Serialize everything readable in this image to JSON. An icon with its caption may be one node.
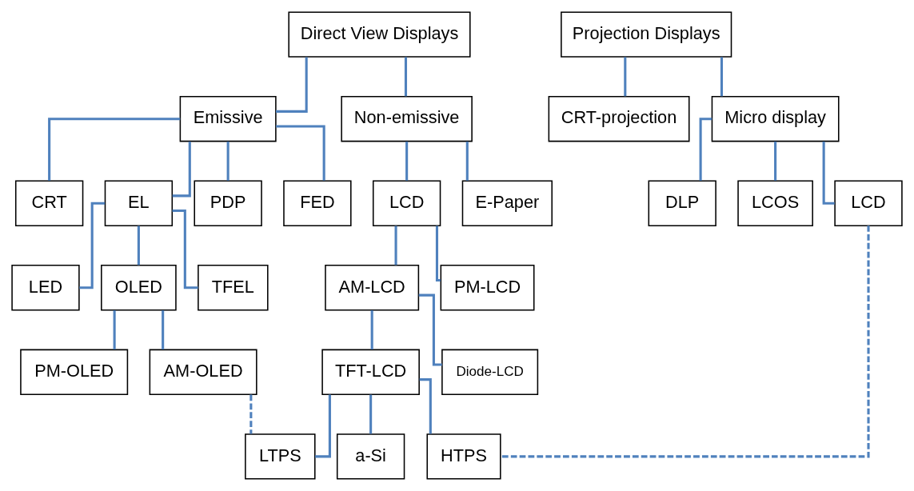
{
  "diagram": {
    "nodes": [
      {
        "text": [
          "Direct View Displays"
        ]
      },
      {
        "text": [
          "Projection Displays"
        ]
      },
      {
        "text": [
          "Emissive"
        ]
      },
      {
        "text": [
          "Non-emissive"
        ]
      },
      {
        "text": [
          "CRT-projection"
        ]
      },
      {
        "text": [
          "Micro display"
        ]
      },
      {
        "text": [
          "CRT"
        ]
      },
      {
        "text": [
          "EL"
        ]
      },
      {
        "text": [
          "PDP"
        ]
      },
      {
        "text": [
          "FED"
        ]
      },
      {
        "text": [
          "LCD"
        ]
      },
      {
        "text": [
          "E-Paper"
        ]
      },
      {
        "text": [
          "DLP"
        ]
      },
      {
        "text": [
          "LCOS"
        ]
      },
      {
        "text": [
          "LCD"
        ]
      },
      {
        "text": [
          "LED"
        ]
      },
      {
        "text": [
          "OLED"
        ]
      },
      {
        "text": [
          "TFEL"
        ]
      },
      {
        "text": [
          "AM-LCD"
        ]
      },
      {
        "text": [
          "PM-LCD"
        ]
      },
      {
        "text": [
          "PM-OLED"
        ]
      },
      {
        "text": [
          "AM-OLED"
        ]
      },
      {
        "text": [
          "TFT-LCD"
        ]
      },
      {
        "text": [
          "Diode-LCD"
        ]
      },
      {
        "text": [
          "a-Si"
        ]
      },
      {
        "text": [
          "LTPS"
        ]
      },
      {
        "text": [
          "HTPS"
        ]
      }
    ],
    "edges": [
      {
        "from": 0,
        "to": 2,
        "arrow": "none"
      },
      {
        "from": 0,
        "to": 3,
        "arrow": "none"
      },
      {
        "from": 1,
        "to": 4,
        "arrow": "none"
      },
      {
        "from": 1,
        "to": 5,
        "arrow": "none"
      },
      {
        "from": 2,
        "to": 6,
        "arrow": "none"
      },
      {
        "from": 2,
        "to": 7,
        "arrow": "none"
      },
      {
        "from": 2,
        "to": 8,
        "arrow": "none"
      },
      {
        "from": 2,
        "to": 9,
        "arrow": "none"
      },
      {
        "from": 3,
        "to": 10,
        "arrow": "none"
      },
      {
        "from": 3,
        "to": 11,
        "arrow": "none"
      },
      {
        "from": 5,
        "to": 12,
        "arrow": "none"
      },
      {
        "from": 5,
        "to": 13,
        "arrow": "none"
      },
      {
        "from": 5,
        "to": 14,
        "arrow": "none"
      },
      {
        "from": 7,
        "to": 15,
        "arrow": "none"
      },
      {
        "from": 7,
        "to": 16,
        "arrow": "none"
      },
      {
        "from": 7,
        "to": 17,
        "arrow": "none"
      },
      {
        "from": 10,
        "to": 18,
        "arrow": "none"
      },
      {
        "from": 10,
        "to": 19,
        "arrow": "none"
      },
      {
        "from": 16,
        "to": 20,
        "arrow": "none"
      },
      {
        "from": 16,
        "to": 21,
        "arrow": "none"
      },
      {
        "from": 18,
        "to": 22,
        "arrow": "none"
      },
      {
        "from": 18,
        "to": 23,
        "arrow": "none"
      },
      {
        "from": 22,
        "to": 24,
        "arrow": "none"
      },
      {
        "from": 22,
        "to": 25,
        "arrow": "none"
      },
      {
        "from": 22,
        "to": 26,
        "arrow": "none"
      },
      {
        "from": 21,
        "to": 25,
        "arrow": "none",
        "style": "dashed"
      },
      {
        "from": 14,
        "to": 26,
        "arrow": "none",
        "style": "dashed"
      }
    ]
  }
}
